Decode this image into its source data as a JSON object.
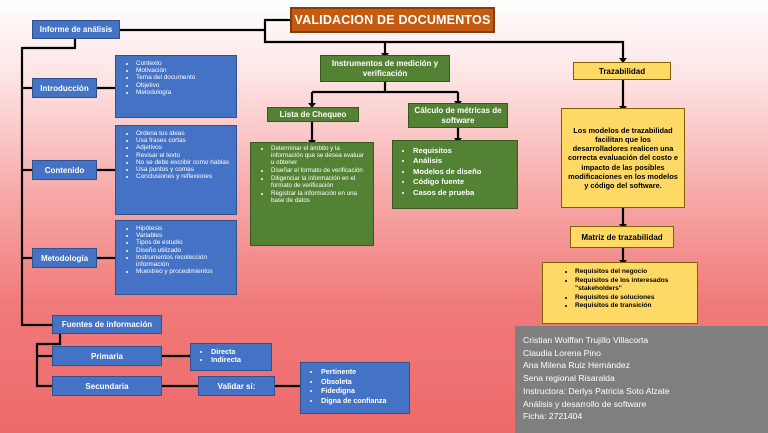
{
  "title": "VALIDACION DE DOCUMENTOS",
  "left": {
    "informe": "Informe de análisis",
    "introduccion": {
      "label": "Introducción",
      "items": [
        "Contexto",
        "Motivación",
        "Tema del documento",
        "Objetivo",
        "Metodología"
      ]
    },
    "contenido": {
      "label": "Contenido",
      "items": [
        "Ordena tus ideas",
        "Usa frases cortas",
        "Adjetivos",
        "Revisar el texto",
        "No se debe escribir como hablas",
        "Usa puntos y comas",
        "Conclusiones y reflexiones"
      ]
    },
    "metodologia": {
      "label": "Metodología",
      "items": [
        "Hipótesis",
        "Variables",
        "Tipos de estudio",
        "Diseño utilizado",
        "Instrumentos recolección información",
        "Muestreo y procedimientos"
      ]
    },
    "fuentes": {
      "label": "Fuentes de información",
      "primaria": {
        "label": "Primaria",
        "items": [
          "Directa",
          "Indirecta"
        ]
      },
      "secundaria": {
        "label": "Secundaria"
      },
      "validar": {
        "label": "Validar si:",
        "items": [
          "Pertinente",
          "Obsoleta",
          "Fidedigna",
          "Digna de confianza"
        ]
      }
    }
  },
  "center": {
    "instrumentos": "Instrumentos de medición y verificación",
    "lista": {
      "label": "Lista de Chequeo",
      "items": [
        "Determinar el ámbito y la información que se desea evaluar u obtener",
        "Diseñar el formato de verificación",
        "Diligenciar la información en el formato de verificación",
        "Registrar la información en una base de datos"
      ]
    },
    "calculo": {
      "label": "Cálculo de métricas de software",
      "items": [
        "Requisitos",
        "Análisis",
        "Modelos de diseño",
        "Código fuente",
        "Casos de prueba"
      ]
    }
  },
  "right": {
    "trazabilidad": "Trazabilidad",
    "descripcion": "Los modelos de trazabilidad facilitan que los desarrolladores realicen una correcta evaluación del costo e impacto de las posibles modificaciones en los modelos y código del software.",
    "matriz": {
      "label": "Matriz de trazabilidad",
      "items": [
        "Requisitos del negocio",
        "Requisitos de los interesados \"stakeholders\"",
        "Requisitos de soluciones",
        "Requisitos de transición"
      ]
    }
  },
  "credits": [
    "Cristian Wolffan Trujillo Villacorta",
    "Claudia Lorena Pino",
    "Ana Milena Ruiz Hernández",
    "Sena regional Risaralda",
    "Instructora: Derlys Patricia Soto Alzate",
    "Análisis y desarrollo de software",
    "Ficha: 2721404"
  ],
  "colors": {
    "title": "#c55a11",
    "blue": "#4472c4",
    "green": "#548235",
    "yellow": "#ffd966",
    "credits_bg": "#7f7f7f"
  }
}
